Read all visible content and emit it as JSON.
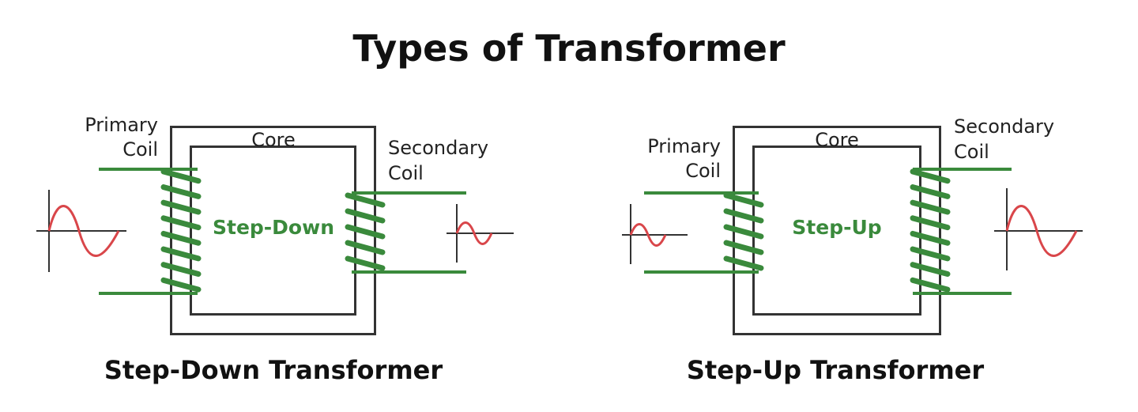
{
  "title": "Types of Transformer",
  "colors": {
    "core": "#333333",
    "coil": "#3a8a3c",
    "wave": "#d9464a",
    "axis": "#333333",
    "text": "#111111"
  },
  "transformers": [
    {
      "caption": "Step-Down Transformer",
      "center_label": "Step-Down",
      "core_label": "Core",
      "primary_label": [
        "Primary",
        "Coil"
      ],
      "secondary_label": [
        "Secondary",
        "Coil"
      ],
      "primary_turns": 8,
      "secondary_turns": 5,
      "input_wave_amplitude": "large",
      "output_wave_amplitude": "small"
    },
    {
      "caption": "Step-Up Transformer",
      "center_label": "Step-Up",
      "core_label": "Core",
      "primary_label": [
        "Primary",
        "Coil"
      ],
      "secondary_label": [
        "Secondary",
        "Coil"
      ],
      "primary_turns": 5,
      "secondary_turns": 8,
      "input_wave_amplitude": "small",
      "output_wave_amplitude": "large"
    }
  ]
}
